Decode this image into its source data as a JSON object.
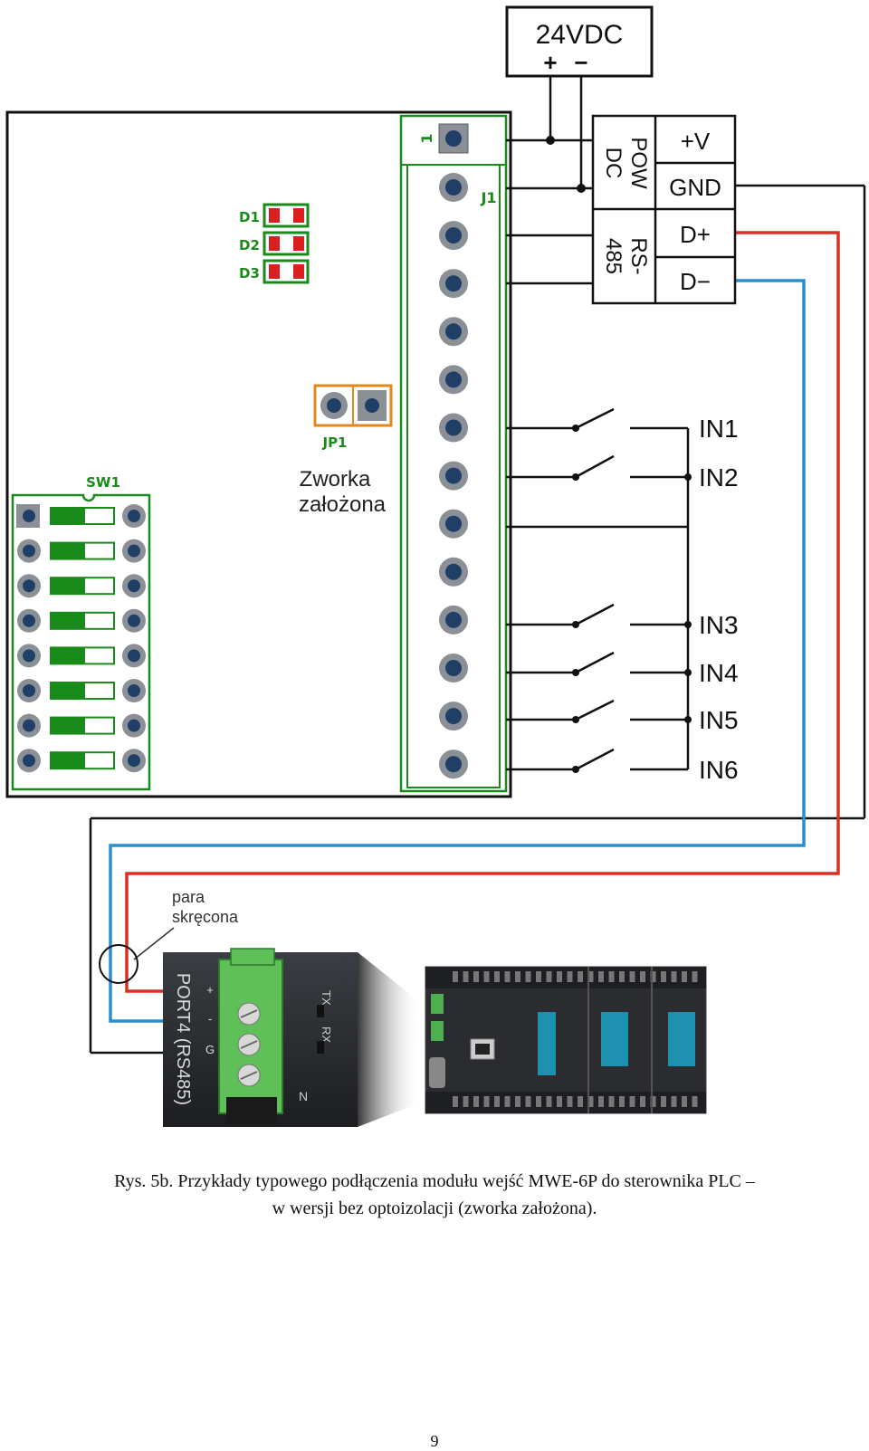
{
  "power_supply": {
    "label": "24VDC",
    "plus": "+",
    "minus": "−"
  },
  "terminal_block": {
    "pow_label": "POW\nDC",
    "rs_label": "RS-\n485",
    "pins": [
      "+V",
      "GND",
      "D+",
      "D−"
    ]
  },
  "board": {
    "leds": [
      "D1",
      "D2",
      "D3"
    ],
    "jumper_label": "JP1",
    "jumper_note_line1": "Zworka",
    "jumper_note_line2": "założona",
    "connector_label": "J1",
    "pin1_mark": "1",
    "dip_label": "SW1"
  },
  "inputs": [
    "IN1",
    "IN2",
    "IN3",
    "IN4",
    "IN5",
    "IN6"
  ],
  "twisted_pair_line1": "para",
  "twisted_pair_line2": "skręcona",
  "plc_port": {
    "port_label": "PORT4 (RS485)",
    "pins": [
      "+",
      "-",
      "G"
    ],
    "tx": "TX",
    "rx": "RX",
    "n": "N"
  },
  "caption": {
    "line1": "Rys. 5b. Przykłady typowego podłączenia modułu wejść MWE-6P do sterownika PLC –",
    "line2": "w wersji bez optoizolacji (zworka założona)."
  },
  "page_number": "9",
  "colors": {
    "board_green": "#1a8a1a",
    "wire_red": "#d93025",
    "wire_blue": "#2a8fd0",
    "jumper_orange": "#e08a1e"
  }
}
